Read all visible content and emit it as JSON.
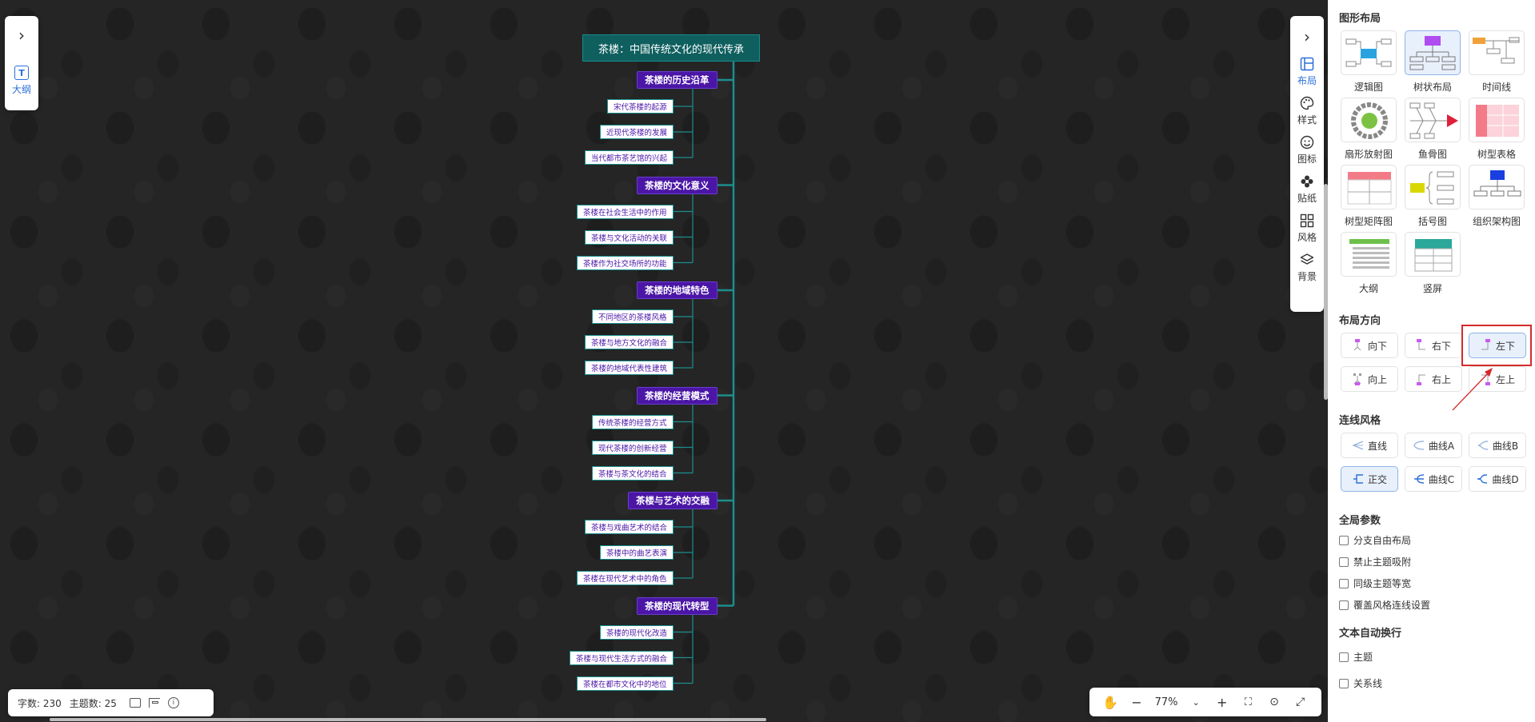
{
  "mindmap": {
    "root": "茶楼：中国传统文化的现代传承",
    "branches": [
      {
        "label": "茶楼的历史沿革",
        "leaves": [
          "宋代茶楼的起源",
          "近现代茶楼的发展",
          "当代都市茶艺馆的兴起"
        ]
      },
      {
        "label": "茶楼的文化意义",
        "leaves": [
          "茶楼在社会生活中的作用",
          "茶楼与文化活动的关联",
          "茶楼作为社交场所的功能"
        ]
      },
      {
        "label": "茶楼的地域特色",
        "leaves": [
          "不同地区的茶楼风格",
          "茶楼与地方文化的融合",
          "茶楼的地域代表性建筑"
        ]
      },
      {
        "label": "茶楼的经营模式",
        "leaves": [
          "传统茶楼的经营方式",
          "现代茶楼的创新经营",
          "茶楼与茶文化的结合"
        ]
      },
      {
        "label": "茶楼与艺术的交融",
        "leaves": [
          "茶楼与戏曲艺术的结合",
          "茶楼中的曲艺表演",
          "茶楼在现代艺术中的角色"
        ]
      },
      {
        "label": "茶楼的现代转型",
        "leaves": [
          "茶楼的现代化改造",
          "茶楼与现代生活方式的融合",
          "茶楼在都市文化中的地位"
        ]
      }
    ]
  },
  "left_panel": {
    "outline_label": "大纲",
    "outline_icon": "T"
  },
  "right_tools": [
    {
      "label": "布局",
      "icon": "layout-icon",
      "active": true
    },
    {
      "label": "样式",
      "icon": "palette-icon",
      "active": false
    },
    {
      "label": "图标",
      "icon": "smiley-icon",
      "active": false
    },
    {
      "label": "贴纸",
      "icon": "sticker-icon",
      "active": false
    },
    {
      "label": "风格",
      "icon": "grid-icon",
      "active": false
    },
    {
      "label": "背景",
      "icon": "layers-icon",
      "active": false
    }
  ],
  "status": {
    "word_count": "字数: 230",
    "topic_count": "主题数: 25"
  },
  "zoom": {
    "value": "77%"
  },
  "settings": {
    "layout_title": "图形布局",
    "layouts": [
      {
        "label": "逻辑图",
        "selected": false
      },
      {
        "label": "树状布局",
        "selected": true
      },
      {
        "label": "时间线",
        "selected": false
      },
      {
        "label": "扇形放射图",
        "selected": false
      },
      {
        "label": "鱼骨图",
        "selected": false
      },
      {
        "label": "树型表格",
        "selected": false
      },
      {
        "label": "树型矩阵图",
        "selected": false
      },
      {
        "label": "括号图",
        "selected": false
      },
      {
        "label": "组织架构图",
        "selected": false
      },
      {
        "label": "大纲",
        "selected": false
      },
      {
        "label": "竖屏",
        "selected": false
      }
    ],
    "direction_title": "布局方向",
    "directions": [
      {
        "label": "向下",
        "selected": false
      },
      {
        "label": "右下",
        "selected": false
      },
      {
        "label": "左下",
        "selected": true
      },
      {
        "label": "向上",
        "selected": false
      },
      {
        "label": "右上",
        "selected": false
      },
      {
        "label": "左上",
        "selected": false
      }
    ],
    "line_title": "连线风格",
    "lines": [
      {
        "label": "直线",
        "selected": false
      },
      {
        "label": "曲线A",
        "selected": false
      },
      {
        "label": "曲线B",
        "selected": false
      },
      {
        "label": "正交",
        "selected": true
      },
      {
        "label": "曲线C",
        "selected": false
      },
      {
        "label": "曲线D",
        "selected": false
      }
    ],
    "global_title": "全局参数",
    "global_options": [
      "分支自由布局",
      "禁止主题吸附",
      "同级主题等宽",
      "覆盖风格连线设置"
    ],
    "wrap_title": "文本自动换行",
    "wrap_options": [
      "主题",
      "关系线"
    ]
  },
  "colors": {
    "accent": "#2a6fdb",
    "branch": "#4b16a6",
    "root": "#0f5f5f",
    "line": "#1c8e8e",
    "highlight": "#d42a2a"
  }
}
